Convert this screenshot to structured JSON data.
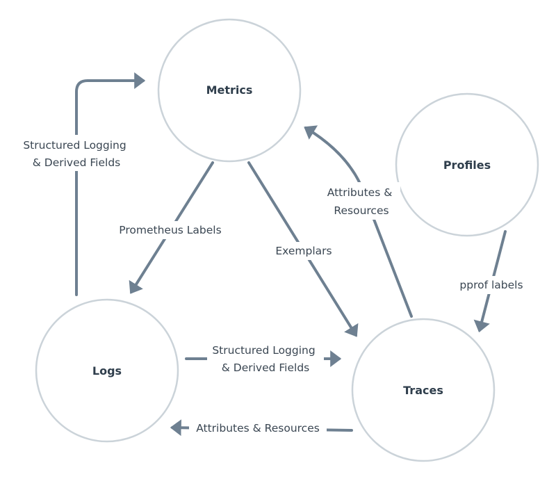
{
  "nodes": {
    "metrics": "Metrics",
    "profiles": "Profiles",
    "logs": "Logs",
    "traces": "Traces"
  },
  "edges": {
    "logs_to_metrics": [
      "Structured Logging",
      "& Derived Fields"
    ],
    "metrics_to_logs": "Prometheus Labels",
    "metrics_to_traces": "Exemplars",
    "traces_to_metrics": [
      "Attributes &",
      "Resources"
    ],
    "profiles_to_traces": "pprof labels",
    "logs_to_traces": [
      "Structured Logging",
      "& Derived Fields"
    ],
    "traces_to_logs": "Attributes & Resources"
  },
  "colors": {
    "arrow": "#6e8091",
    "circle_stroke": "#cbd3d9",
    "node_text": "#2f3e4c",
    "edge_text": "#3a4652"
  }
}
